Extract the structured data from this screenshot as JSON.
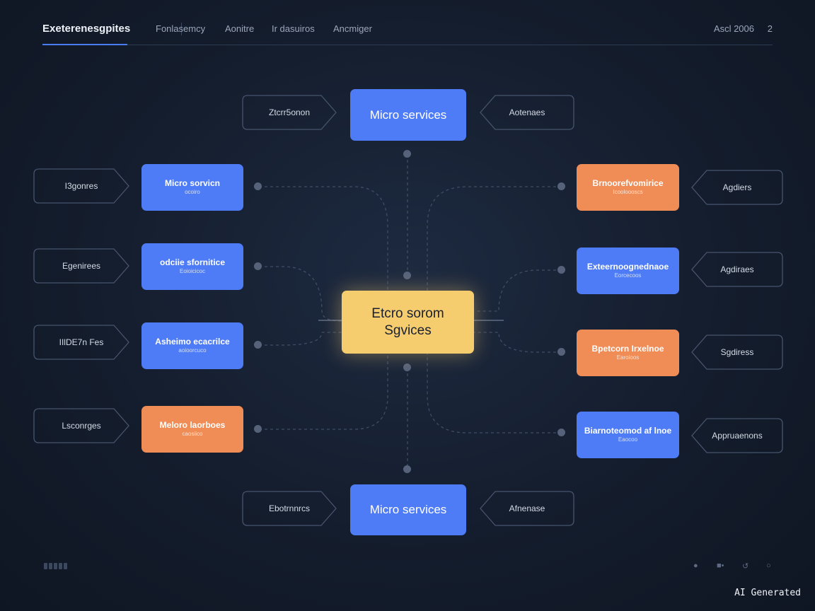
{
  "header": {
    "brand": "Exeterenesgpites",
    "nav": [
      "Fonlasemcy",
      "Aonitre",
      "Ir dasuiros",
      "Ancmiger"
    ],
    "date": "Ascl 2006",
    "page": "2"
  },
  "center": {
    "label": "Etcro sorom\nSgvices"
  },
  "top_node": {
    "label": "Micro services",
    "left_tag": "Ztcrr5onon",
    "right_tag": "Aotenaes"
  },
  "bottom_node": {
    "label": "Micro services",
    "left_tag": "Ebotrnnrcs",
    "right_tag": "Afnenase"
  },
  "left_nodes": [
    {
      "title": "Micro sorvicn",
      "subtitle": "ocoiro",
      "tag": "I3gonres",
      "color": "blue"
    },
    {
      "title": "odciie sfornitice",
      "subtitle": "Eoioicicoc",
      "tag": "Egenirees",
      "color": "blue"
    },
    {
      "title": "Asheimo ecacrilce",
      "subtitle": "aoioorcuco",
      "tag": "IIlDE7n Fes",
      "color": "blue"
    },
    {
      "title": "Meloro laorboes",
      "subtitle": "caosiico",
      "tag": "Lsconrges",
      "color": "orange"
    }
  ],
  "right_nodes": [
    {
      "title": "Brnoorefvomirice",
      "subtitle": "Icooloooscs",
      "tag": "Agdiers",
      "color": "orange"
    },
    {
      "title": "Exteernoognednaoe",
      "subtitle": "Eorcecoos",
      "tag": "Agdiraes",
      "color": "blue"
    },
    {
      "title": "Bpetcorn Irxelnoe",
      "subtitle": "Earoioos",
      "tag": "Sgdiress",
      "color": "orange"
    },
    {
      "title": "Biarnoteomod af lnoe",
      "subtitle": "Eaocoo",
      "tag": "Appruaenons",
      "color": "blue"
    }
  ],
  "watermark": "AI Generated",
  "colors": {
    "blue": "#4e7cf6",
    "orange": "#f08c55",
    "center": "#f5cc6e",
    "bg": "#141d2d"
  }
}
